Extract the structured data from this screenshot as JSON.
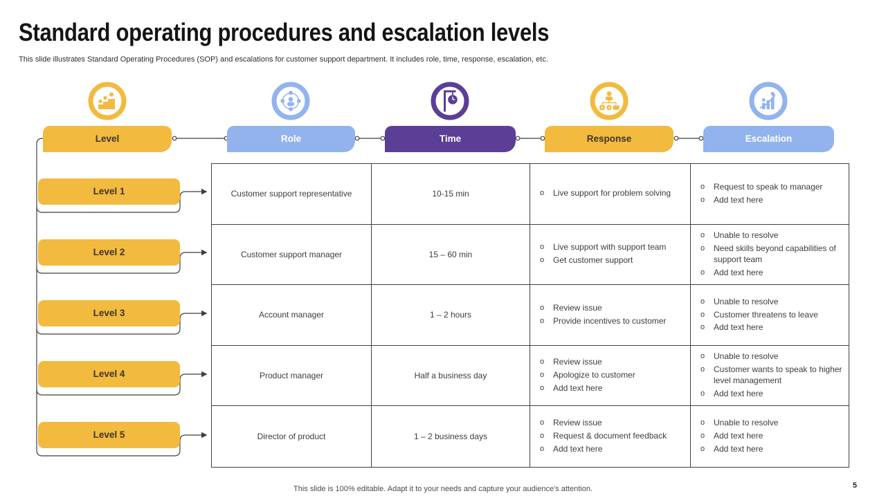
{
  "slide": {
    "title": "Standard operating procedures and escalation levels",
    "subtitle": "This slide illustrates Standard Operating Procedures (SOP) and escalations for customer support department. It includes role, time, response, escalation, etc.",
    "footer": "This slide is 100% editable. Adapt it to your needs and capture your audience's attention.",
    "page_number": "5"
  },
  "colors": {
    "yellow": "#F2BA3F",
    "light_blue": "#92B3EE",
    "purple": "#5B3E96",
    "dark_text_on_yellow": "#3E3526",
    "table_line": "#3F3F3F"
  },
  "columns": [
    {
      "label": "Level",
      "icon": "growth-steps-icon",
      "color": "yellow"
    },
    {
      "label": "Role",
      "icon": "team-network-icon",
      "color": "light_blue"
    },
    {
      "label": "Time",
      "icon": "hanging-clock-icon",
      "color": "purple"
    },
    {
      "label": "Response",
      "icon": "org-hierarchy-icon",
      "color": "yellow"
    },
    {
      "label": "Escalation",
      "icon": "growth-chart-people-icon",
      "color": "light_blue"
    }
  ],
  "levels": [
    "Level 1",
    "Level 2",
    "Level 3",
    "Level 4",
    "Level 5"
  ],
  "table": {
    "bullet_char": "o",
    "rows": [
      {
        "role": "Customer support representative",
        "time": "10-15 min",
        "response": [
          "Live support for problem solving"
        ],
        "escalation": [
          "Request to speak to manager",
          "Add text here"
        ]
      },
      {
        "role": "Customer support manager",
        "time": "15 – 60 min",
        "response": [
          "Live support with support team",
          "Get customer support"
        ],
        "escalation": [
          "Unable to resolve",
          "Need skills beyond capabilities of support team",
          "Add text here"
        ]
      },
      {
        "role": "Account manager",
        "time": "1 – 2 hours",
        "response": [
          "Review issue",
          "Provide incentives to customer"
        ],
        "escalation": [
          "Unable to resolve",
          "Customer threatens to leave",
          "Add text here"
        ]
      },
      {
        "role": "Product manager",
        "time": "Half a business day",
        "response": [
          "Review issue",
          "Apologize to customer",
          "Add text here"
        ],
        "escalation": [
          "Unable to resolve",
          "Customer wants to speak to higher level management",
          "Add text here"
        ]
      },
      {
        "role": "Director of product",
        "time": "1 – 2 business days",
        "response": [
          "Review issue",
          "Request & document feedback",
          "Add text here"
        ],
        "escalation": [
          "Unable to resolve",
          "Add text here",
          "Add text here"
        ]
      }
    ]
  }
}
